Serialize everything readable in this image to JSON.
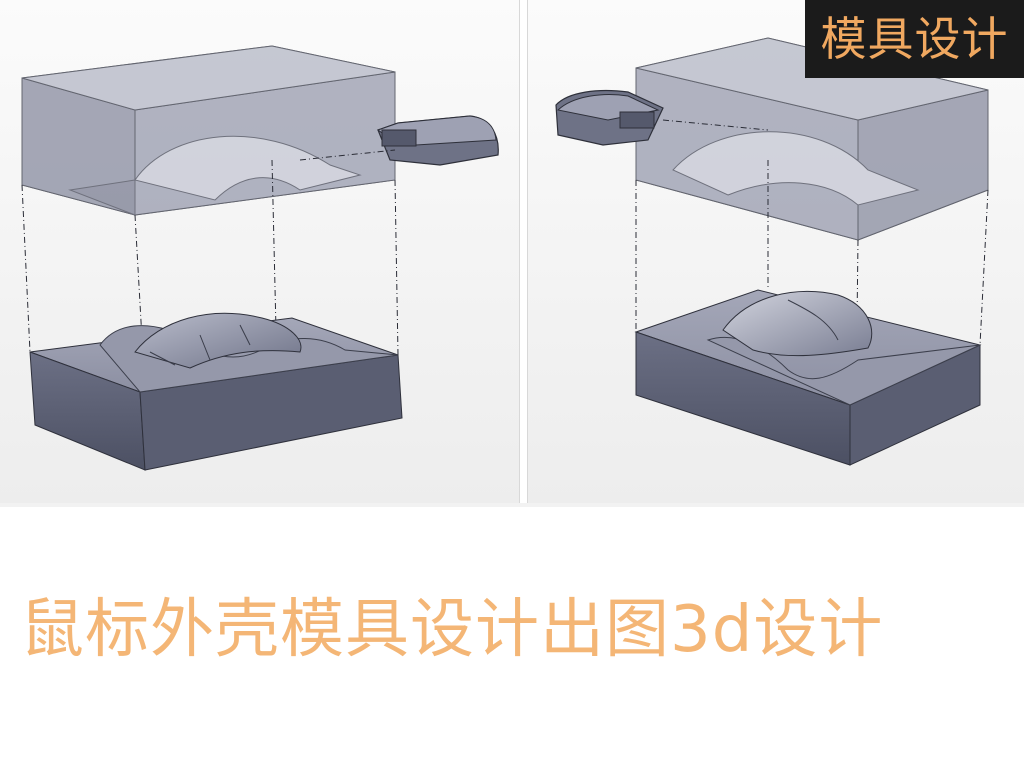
{
  "badge": {
    "text": "模具设计"
  },
  "caption": {
    "text": "鼠标外壳模具设计出图3d设计"
  },
  "colors": {
    "caption": "#f4b676",
    "badge_text": "#f0a860",
    "badge_bg": "#1b1b1b",
    "mold_dark": "#52566a",
    "mold_face": "#8a8da0",
    "mold_top": "#9b9eb0",
    "transparent_block": "#9ea1b2"
  },
  "views": [
    {
      "name": "mold-exploded-view-left",
      "icon": "cad-mold-exploded-icon"
    },
    {
      "name": "mold-exploded-view-right",
      "icon": "cad-mold-exploded-icon"
    }
  ]
}
